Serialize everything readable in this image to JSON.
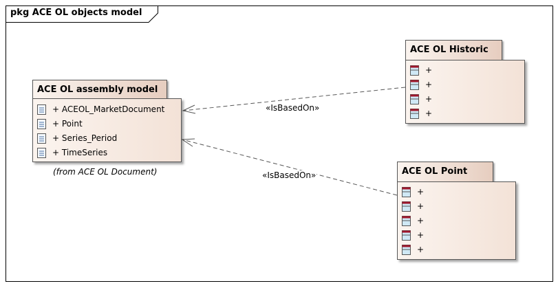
{
  "frame": {
    "title": "pkg ACE OL objects model"
  },
  "packages": {
    "assembly": {
      "name": "ACE OL assembly model",
      "items": [
        {
          "label": "+ ACEOL_MarketDocument",
          "icon": "package-element-icon"
        },
        {
          "label": "+ Point",
          "icon": "package-element-icon"
        },
        {
          "label": "+ Series_Period",
          "icon": "package-element-icon"
        },
        {
          "label": "+ TimeSeries",
          "icon": "package-element-icon"
        }
      ],
      "caption": "(from ACE OL Document)"
    },
    "historic": {
      "name": "ACE OL Historic",
      "items": [
        {
          "label": "+",
          "icon": "class-icon"
        },
        {
          "label": "+",
          "icon": "class-icon"
        },
        {
          "label": "+",
          "icon": "class-icon"
        },
        {
          "label": "+",
          "icon": "class-icon"
        }
      ]
    },
    "point": {
      "name": "ACE OL Point",
      "items": [
        {
          "label": "+",
          "icon": "class-icon"
        },
        {
          "label": "+",
          "icon": "class-icon"
        },
        {
          "label": "+",
          "icon": "class-icon"
        },
        {
          "label": "+",
          "icon": "class-icon"
        },
        {
          "label": "+",
          "icon": "class-icon"
        }
      ]
    }
  },
  "relations": [
    {
      "label": "«IsBasedOn»",
      "from": "ACE OL Historic",
      "to": "ACE OL assembly model",
      "style": "dashed"
    },
    {
      "label": "«IsBasedOn»",
      "from": "ACE OL Point",
      "to": "ACE OL assembly model",
      "style": "dashed"
    }
  ],
  "colors": {
    "package_fill": "#f5e6dc",
    "package_tab": "#e6cdbf",
    "border": "#555555",
    "class_icon_header": "#a0182c",
    "class_icon_body": "#cfe8f5"
  }
}
